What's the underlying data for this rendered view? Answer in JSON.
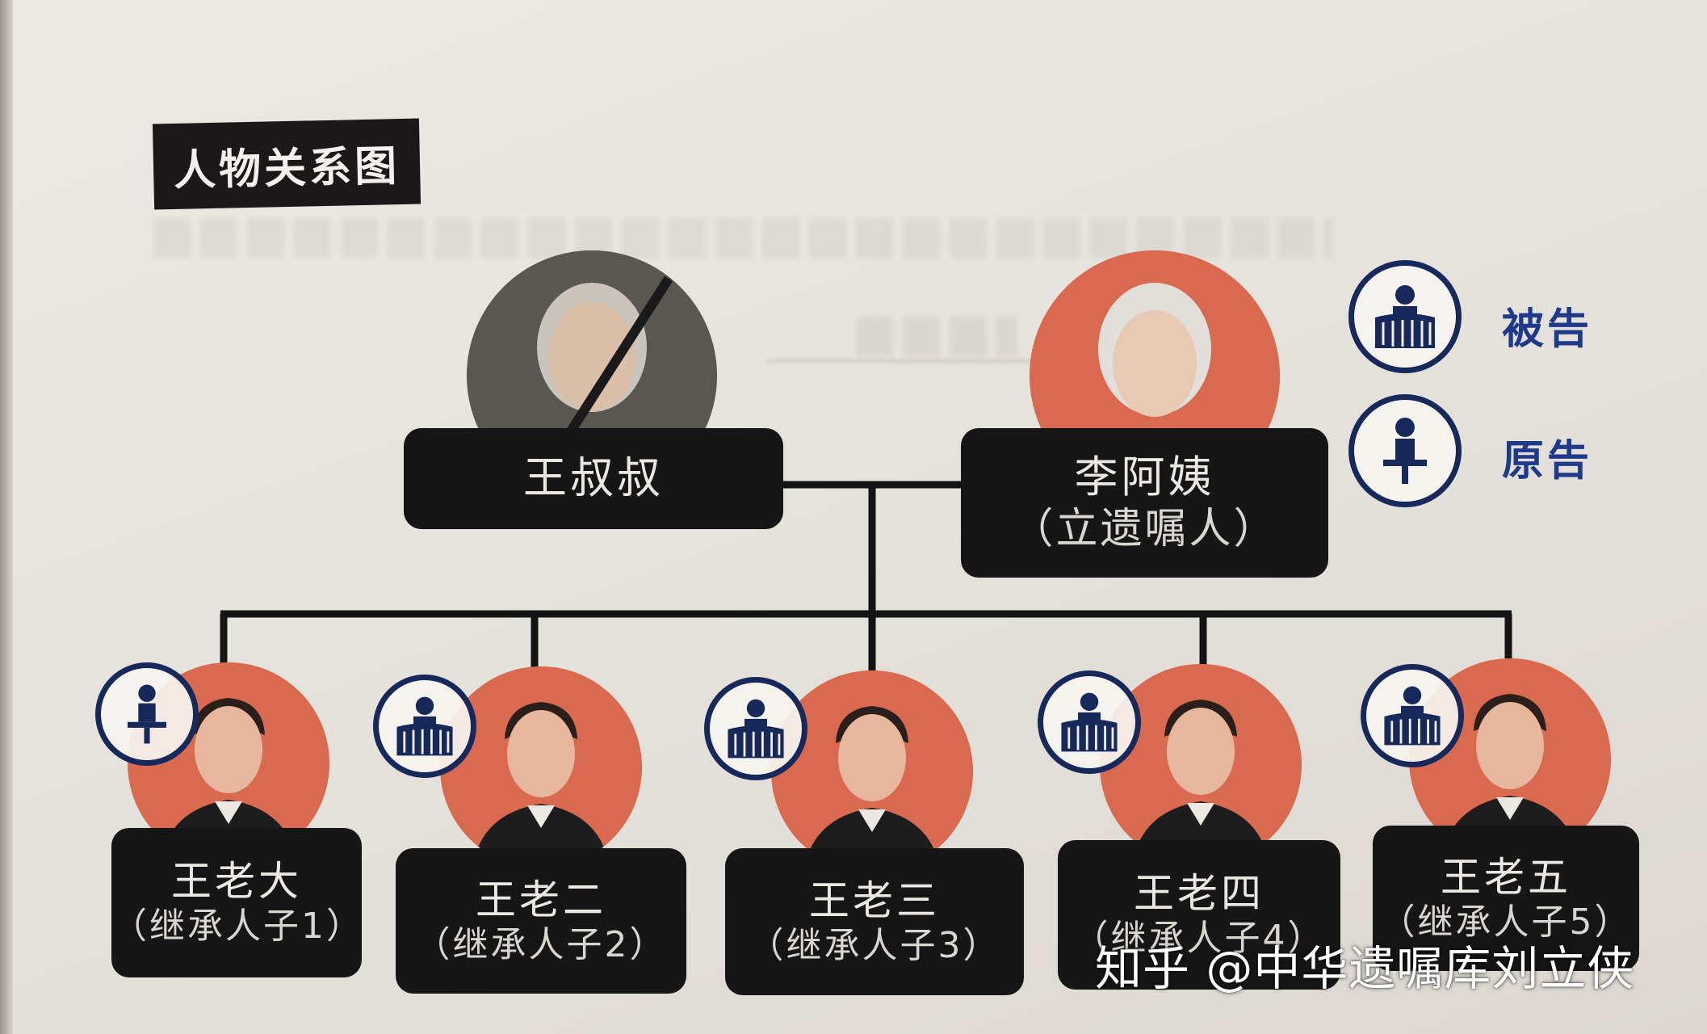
{
  "title": "人物关系图",
  "legend": [
    {
      "icon": "defendant-icon",
      "label": "被告"
    },
    {
      "icon": "plaintiff-icon",
      "label": "原告"
    }
  ],
  "parents": [
    {
      "name": "王叔叔",
      "role": "",
      "avatar": "deceased-elder-man"
    },
    {
      "name": "李阿姨",
      "role": "（立遗嘱人）",
      "avatar": "elder-woman"
    }
  ],
  "children": [
    {
      "name": "王老大",
      "role": "（继承人子1）",
      "badge": "plaintiff-icon"
    },
    {
      "name": "王老二",
      "role": "（继承人子2）",
      "badge": "defendant-icon"
    },
    {
      "name": "王老三",
      "role": "（继承人子3）",
      "badge": "defendant-icon"
    },
    {
      "name": "王老四",
      "role": "（继承人子4）",
      "badge": "defendant-icon"
    },
    {
      "name": "王老五",
      "role": "（继承人子5）",
      "badge": "defendant-icon"
    }
  ],
  "watermark": "知乎 @中华遗嘱库刘立侠",
  "colors": {
    "box": "#161616",
    "avatar_accent": "#d9694f",
    "deceased": "#585551",
    "badge": "#17285a",
    "legend_text": "#1f3a8a"
  }
}
